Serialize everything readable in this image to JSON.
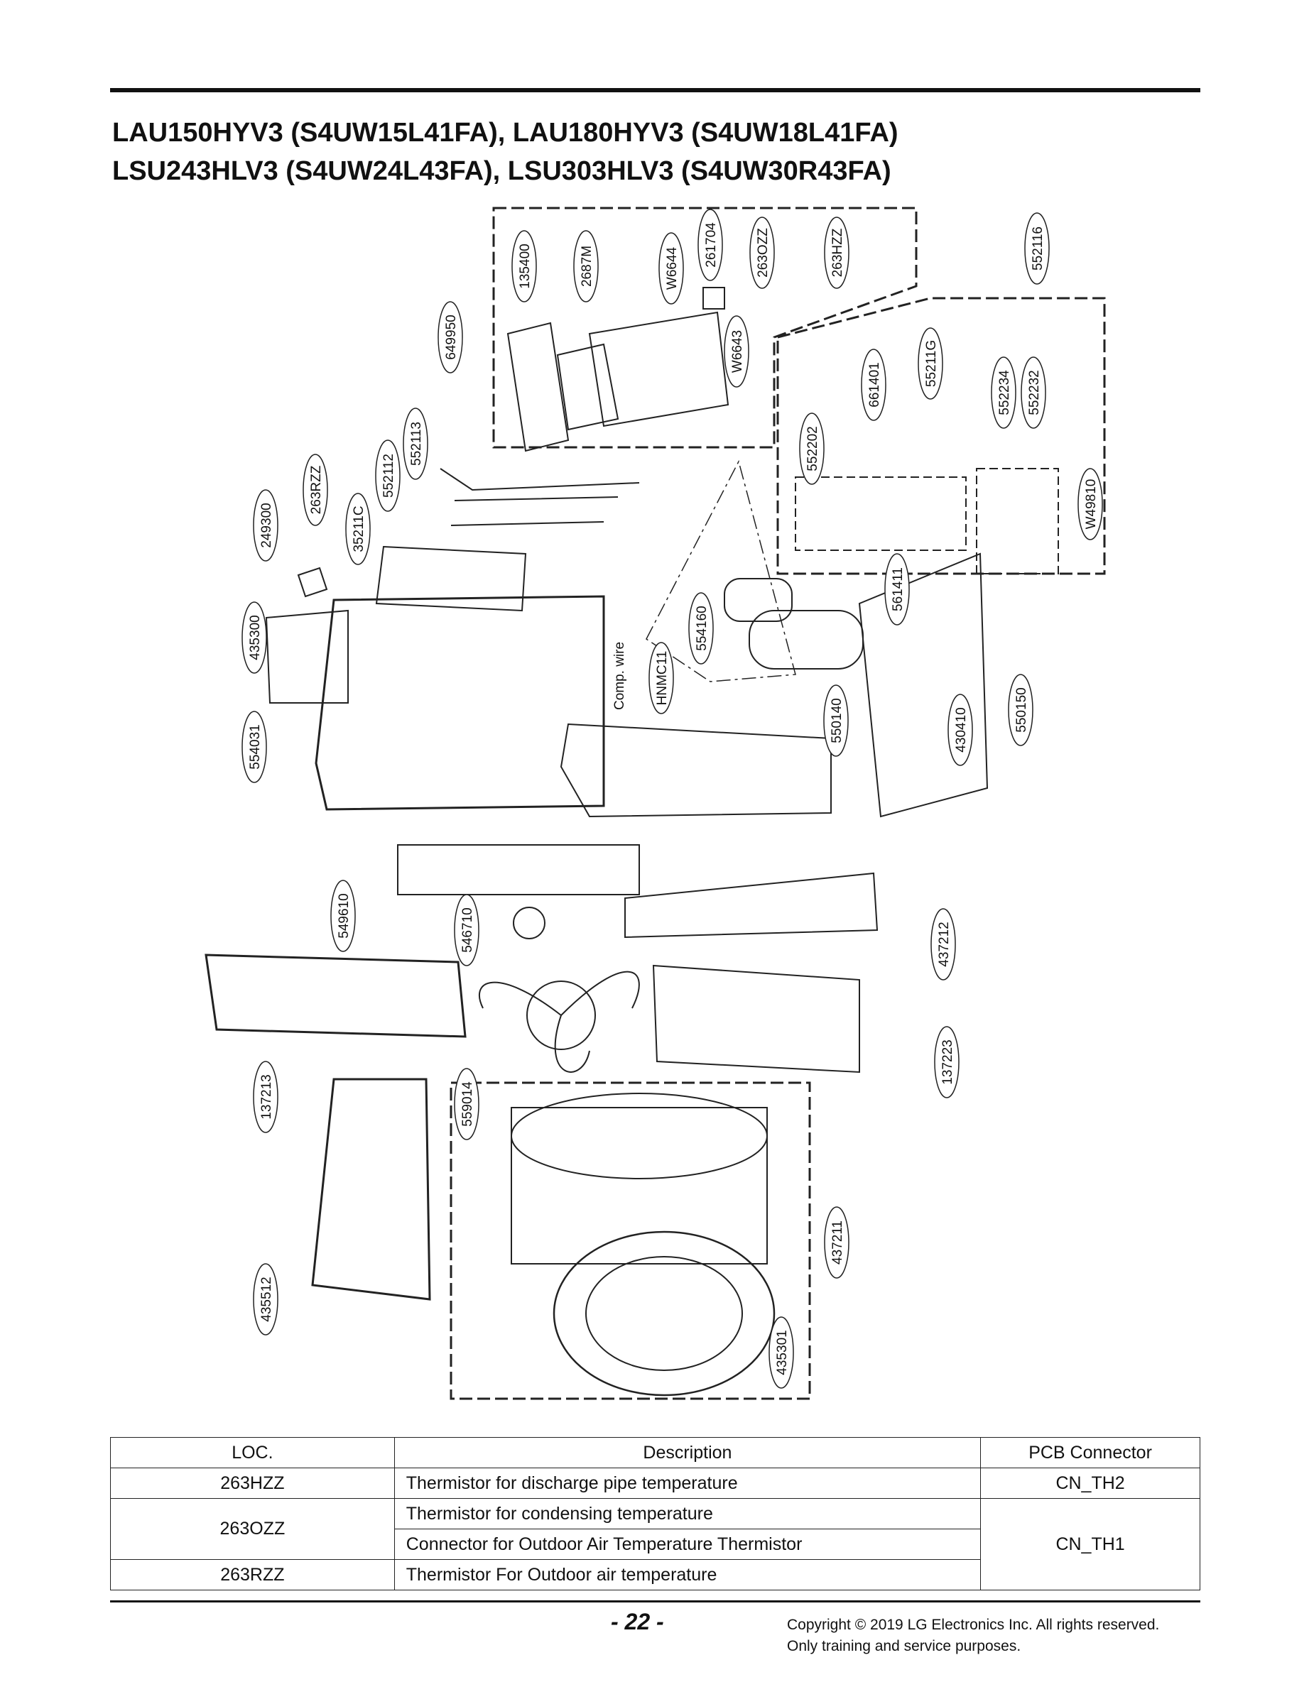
{
  "header": {
    "title_line1": "LAU150HYV3 (S4UW15L41FA), LAU180HYV3 (S4UW18L41FA)",
    "title_line2": "LSU243HLV3 (S4UW24L43FA), LSU303HLV3 (S4UW30R43FA)"
  },
  "diagram": {
    "callouts": [
      "135400",
      "2687M",
      "W6644",
      "261704",
      "263OZZ",
      "263HZZ",
      "552116",
      "649950",
      "W6643",
      "661401",
      "55211G",
      "552234",
      "552232",
      "552202",
      "W49810",
      "552113",
      "552112",
      "35211C",
      "263RZZ",
      "249300",
      "435300",
      "554031",
      "561411",
      "554160",
      "HNMC11",
      "550140",
      "430410",
      "550150",
      "549610",
      "546710",
      "437212",
      "137213",
      "559014",
      "137223",
      "437211",
      "435512",
      "435301"
    ],
    "comp_wire_label": "Comp. wire"
  },
  "table": {
    "headers": [
      "LOC.",
      "Description",
      "PCB Connector"
    ],
    "rows": [
      {
        "loc": "263HZZ",
        "description": "Thermistor for discharge pipe temperature",
        "connector": "CN_TH2"
      },
      {
        "loc": "263OZZ",
        "description": "Thermistor for condensing temperature"
      },
      {
        "description": "Connector for Outdoor Air Temperature Thermistor",
        "connector": "CN_TH1"
      },
      {
        "loc": "263RZZ",
        "description": "Thermistor For Outdoor air temperature"
      }
    ]
  },
  "footer": {
    "page_number": "- 22 -",
    "copyright_line1": "Copyright © 2019 LG Electronics Inc. All rights reserved.",
    "copyright_line2": "Only training and service purposes."
  }
}
